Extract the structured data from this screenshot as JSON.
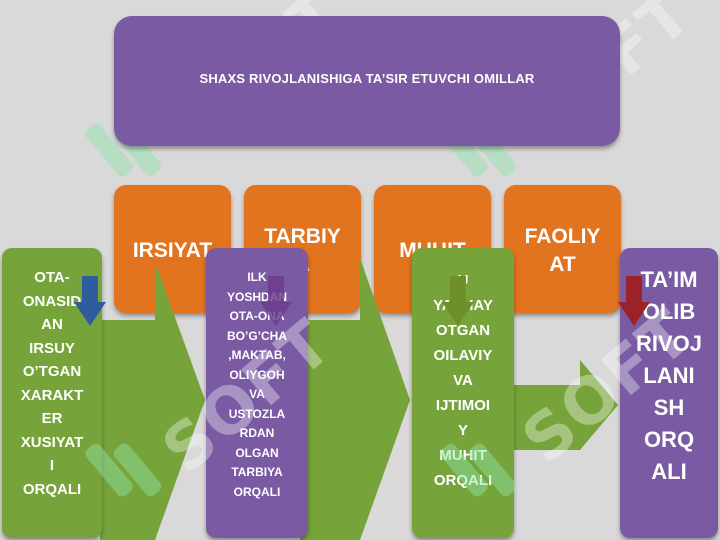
{
  "title": "SHAXS RIVOJLANISHIGA TA’SIR ETUVCHI OMILLAR",
  "factors": [
    {
      "label": "IRSIYAT"
    },
    {
      "label": "TARBIY\nA"
    },
    {
      "label": "MUHIT"
    },
    {
      "label": "FAOLIY\nAT"
    }
  ],
  "details": [
    {
      "text": "OTA-\nONASID\nAN\nIRSUY\nO’TGAN\nXARAKT\nER\nXUSIYAT\nI\nORQALI"
    },
    {
      "text": "ILK\nYOSHDAN\nOTA-ONA\nBO’G’CHA\n,MAKTAB,\nOLIYGOH\nVA\nUSTOZLA\nRDAN\nOLGAN\nTARBIYA\nORQALI"
    },
    {
      "text": "U\nYASHAY\nOTGAN\nOILAVIY\nVA\nIJTIMOI\nY\nMUHIT\nORQALI"
    },
    {
      "text": "TA’IM\nOLIB\nRIVOJ\nLANI\nSH\nORQ\nALI"
    }
  ],
  "watermark": "SOFT",
  "colors": {
    "background": "#d9d9d9",
    "title_box": "#7a5aa3",
    "factor_box": "#e2731f",
    "green": "#77a33b",
    "arrow_blue": "#2e5c9c",
    "arrow_red": "#9b2226",
    "arrow_olive": "#6f8f2a"
  }
}
